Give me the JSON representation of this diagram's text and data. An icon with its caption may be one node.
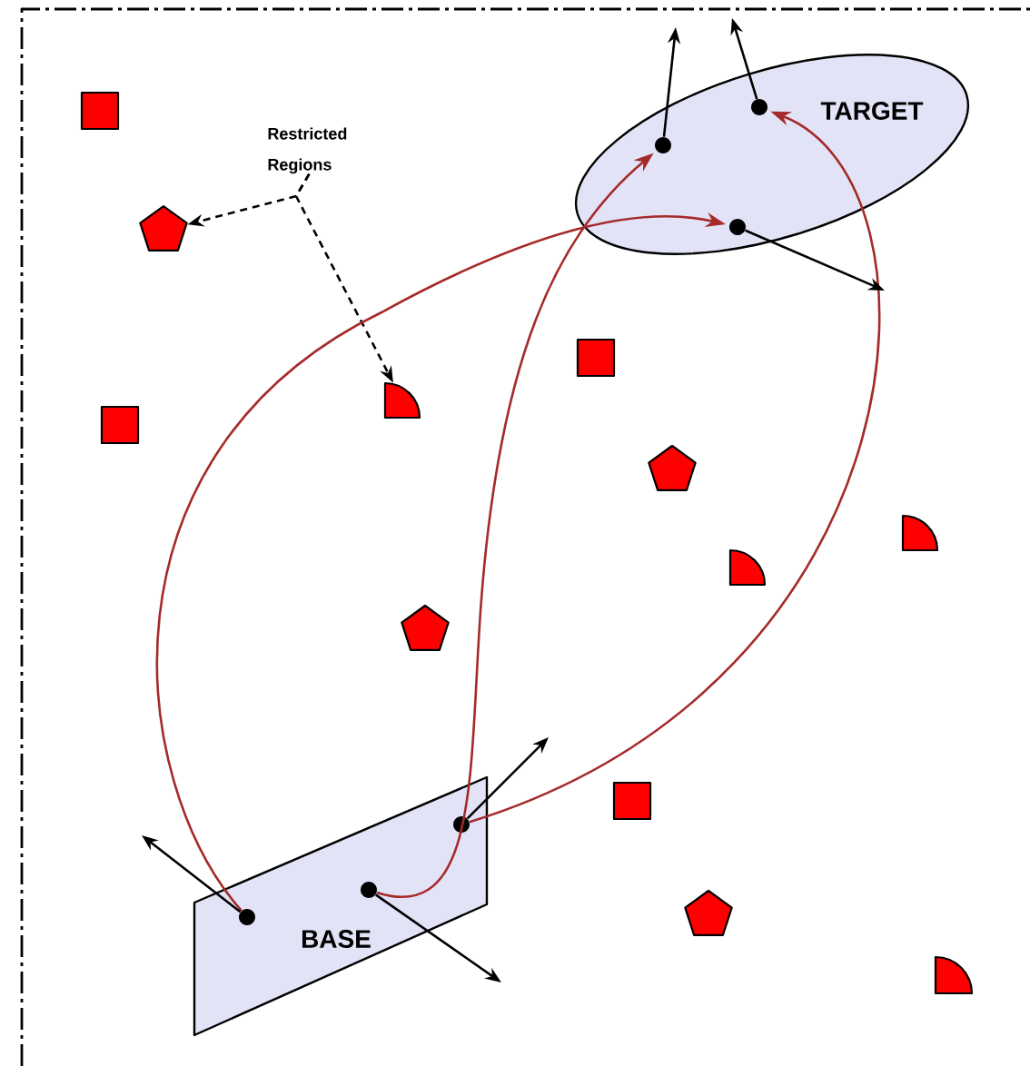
{
  "diagram": {
    "nodes": [
      {
        "text": [],
        "shape": "square"
      },
      {
        "text": [
          "TARGET"
        ]
      },
      {
        "text": [],
        "shape": "circle",
        "in": 1
      },
      {
        "text": [],
        "shape": "circle",
        "in": 1
      },
      {
        "text": [],
        "shape": "circle",
        "in": 1
      },
      {
        "text": [
          "Restricted Regions"
        ]
      },
      {
        "text": [],
        "shape": "pentagon"
      },
      {
        "text": [],
        "shape": "square"
      },
      {
        "text": [],
        "shape": "sector"
      },
      {
        "text": [],
        "shape": "square"
      },
      {
        "text": [],
        "shape": "pentagon"
      },
      {
        "text": [],
        "shape": "sector"
      },
      {
        "text": [],
        "shape": "sector"
      },
      {
        "text": [],
        "shape": "pentagon"
      },
      {
        "text": [],
        "shape": "square"
      },
      {
        "text": [
          "BASE"
        ]
      },
      {
        "text": [],
        "shape": "circle",
        "in": 15
      },
      {
        "text": [],
        "shape": "circle",
        "in": 15
      },
      {
        "text": [],
        "shape": "circle",
        "in": 15
      },
      {
        "text": [],
        "shape": "pentagon"
      },
      {
        "text": [],
        "shape": "sector"
      }
    ],
    "edges": [
      {
        "from": 5,
        "to": 6,
        "arrow": "to",
        "style": "dashed",
        "color": "#000000"
      },
      {
        "from": 5,
        "to": 8,
        "arrow": "to",
        "style": "dashed",
        "color": "#000000"
      },
      {
        "from": 17,
        "to": 4,
        "arrow": "to",
        "color": "#a52a2a"
      },
      {
        "from": 18,
        "to": 3,
        "arrow": "to",
        "color": "#a52a2a"
      },
      {
        "from": 16,
        "to": 2,
        "arrow": "to",
        "color": "#a52a2a"
      },
      {
        "from": 3,
        "to": null,
        "arrow": "to"
      },
      {
        "from": 2,
        "to": null,
        "arrow": "to"
      },
      {
        "from": 4,
        "to": null,
        "arrow": "to"
      },
      {
        "from": 16,
        "to": null,
        "arrow": "to"
      },
      {
        "from": 17,
        "to": null,
        "arrow": "to"
      },
      {
        "from": 18,
        "to": null,
        "arrow": "to"
      }
    ]
  }
}
